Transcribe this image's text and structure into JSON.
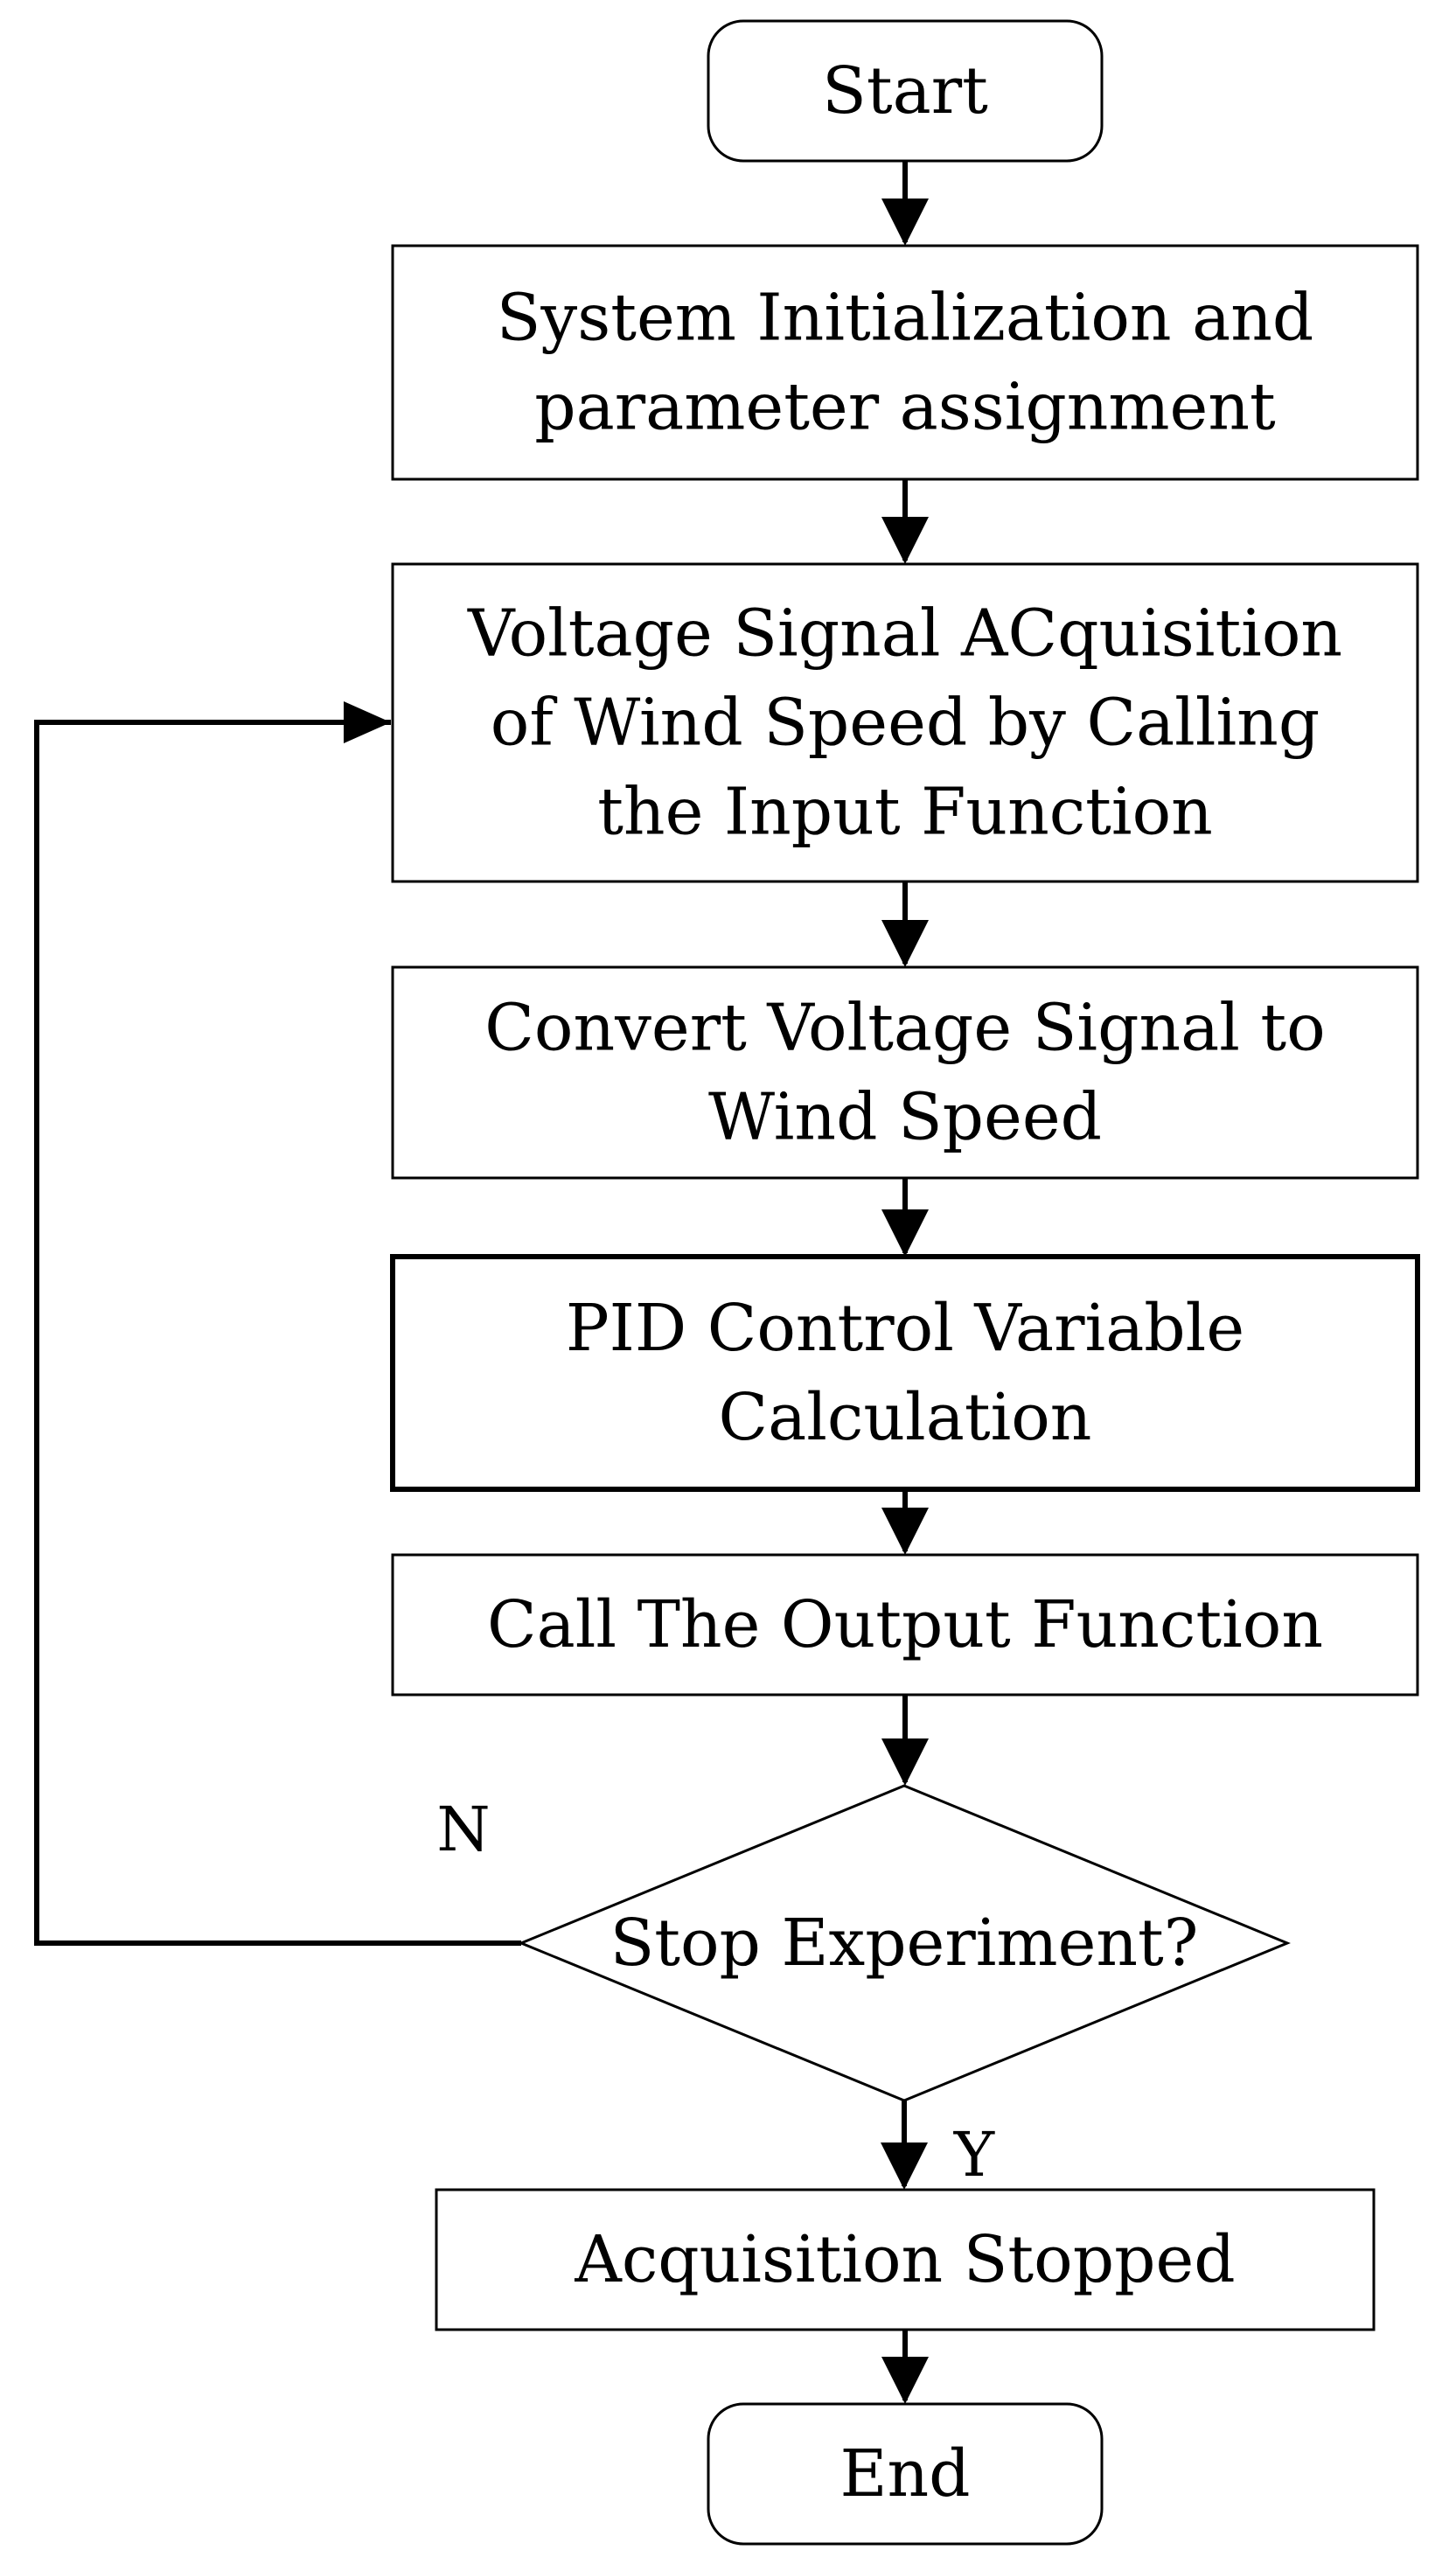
{
  "flowchart": {
    "nodes": [
      {
        "id": "start",
        "shape": "terminal",
        "lines": [
          "Start"
        ]
      },
      {
        "id": "init",
        "shape": "process",
        "lines": [
          "System Initialization and",
          "parameter assignment"
        ]
      },
      {
        "id": "acquire",
        "shape": "process",
        "lines": [
          "Voltage Signal ACquisition",
          "of Wind Speed by Calling",
          "the Input Function"
        ]
      },
      {
        "id": "convert",
        "shape": "process",
        "lines": [
          "Convert Voltage Signal to",
          "Wind Speed"
        ]
      },
      {
        "id": "pid",
        "shape": "process",
        "emphasis": true,
        "lines": [
          "PID Control Variable",
          "Calculation"
        ]
      },
      {
        "id": "output",
        "shape": "process",
        "lines": [
          "Call The Output Function"
        ]
      },
      {
        "id": "decision",
        "shape": "decision",
        "lines": [
          "Stop Experiment?"
        ]
      },
      {
        "id": "stopped",
        "shape": "process",
        "lines": [
          "Acquisition Stopped"
        ]
      },
      {
        "id": "end",
        "shape": "terminal",
        "lines": [
          "End"
        ]
      }
    ],
    "edges": [
      {
        "from": "start",
        "to": "init"
      },
      {
        "from": "init",
        "to": "acquire"
      },
      {
        "from": "acquire",
        "to": "convert"
      },
      {
        "from": "convert",
        "to": "pid"
      },
      {
        "from": "pid",
        "to": "output"
      },
      {
        "from": "output",
        "to": "decision"
      },
      {
        "from": "decision",
        "to": "stopped",
        "label": "Y"
      },
      {
        "from": "decision",
        "to": "acquire",
        "label": "N"
      },
      {
        "from": "stopped",
        "to": "end"
      }
    ]
  }
}
